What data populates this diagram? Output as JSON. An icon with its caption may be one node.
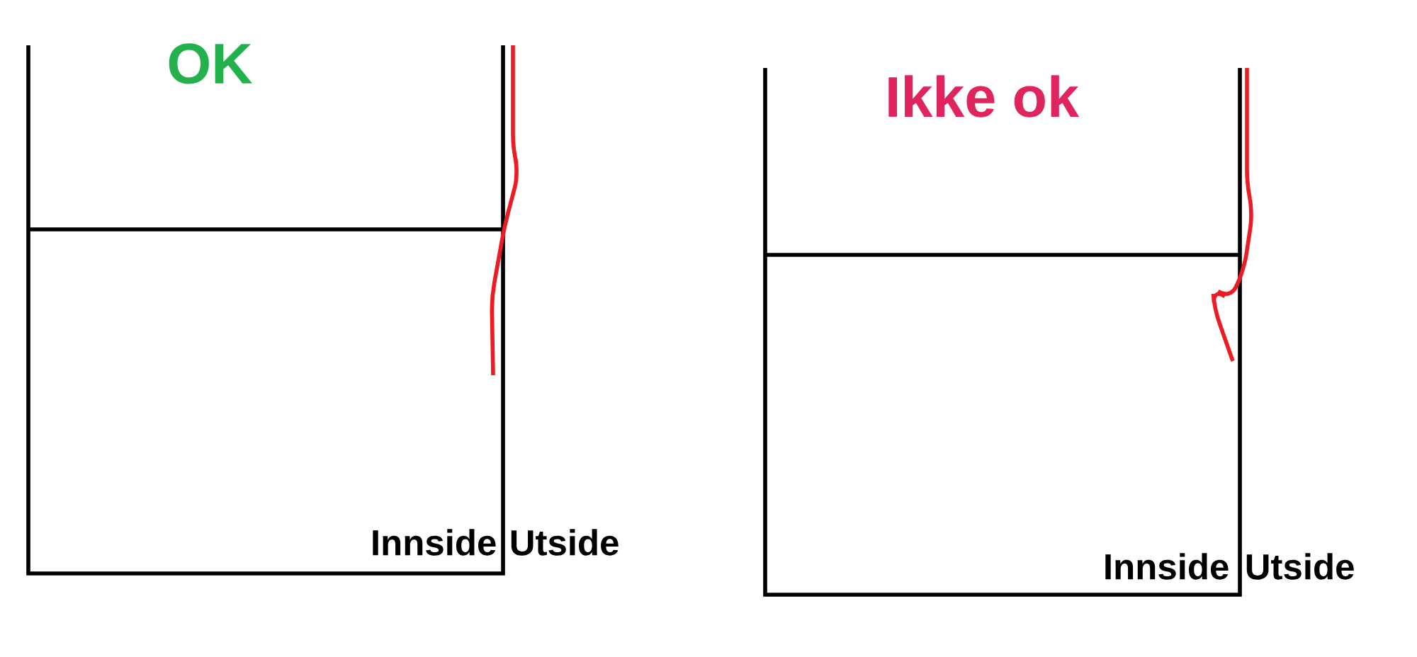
{
  "diagram": {
    "labels": [
      "OK",
      "Innside",
      "Utside",
      "Ikke ok",
      "Innside",
      "Utside"
    ]
  }
}
